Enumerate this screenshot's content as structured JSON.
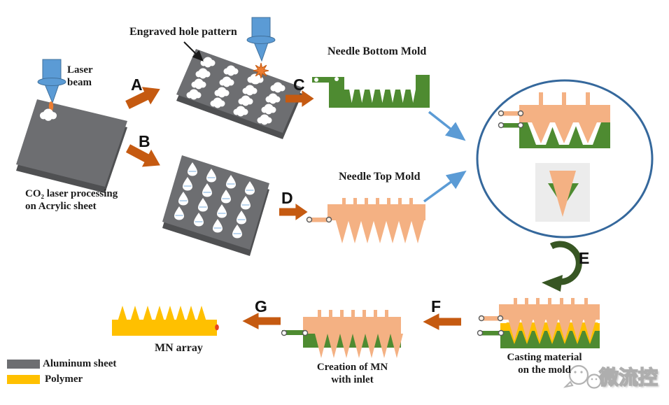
{
  "figure": {
    "description": "Microneedle (MN) mold fabrication process flow diagram"
  },
  "labels": {
    "engraved_hole_pattern": "Engraved hole pattern",
    "laser_beam": "Laser\nbeam",
    "co2_processing": "CO₂ laser processing\non Acrylic sheet",
    "needle_bottom_mold": "Needle Bottom Mold",
    "needle_top_mold": "Needle Top Mold",
    "casting_material": "Casting material\non the mold",
    "creation_mn": "Creation of MN\nwith inlet",
    "mn_array": "MN array"
  },
  "steps": {
    "a": "A",
    "b": "B",
    "c": "C",
    "d": "D",
    "e": "E",
    "f": "F",
    "g": "G"
  },
  "legend": {
    "items": [
      {
        "label": "Aluminum sheet",
        "color": "#6d6e71"
      },
      {
        "label": "Polymer",
        "color": "#ffc000"
      }
    ]
  },
  "watermark": {
    "text": "微流控"
  },
  "colors": {
    "aluminum_gray": "#6d6e71",
    "aluminum_edge": "#4f5052",
    "mold_green": "#4e8b31",
    "mold_peach": "#f4b183",
    "arrow_orange": "#c55a11",
    "polymer_yellow": "#ffc000",
    "laser_blue": "#5b9bd5",
    "assembly_circle_blue": "#35689c",
    "dark_green_arrow": "#375623",
    "inlet_red": "#e8441f"
  }
}
